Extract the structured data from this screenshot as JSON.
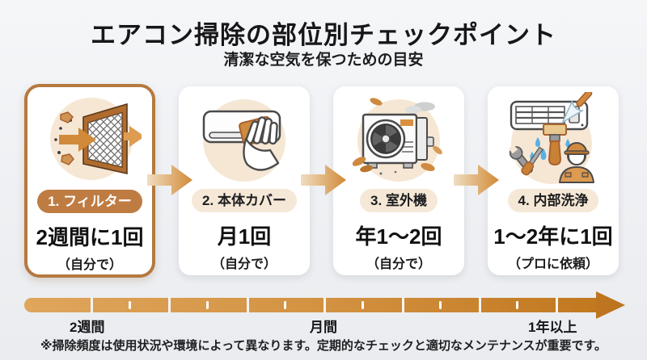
{
  "header": {
    "title": "エアコン掃除の部位別チェックポイント",
    "subtitle": "清潔な空気を保つための目安"
  },
  "cards": [
    {
      "badge": "1. フィルター",
      "frequency": "2週間に1回",
      "who": "（自分で）",
      "icon": "filter-airflow-icon",
      "highlighted": true
    },
    {
      "badge": "2. 本体カバー",
      "frequency": "月1回",
      "who": "（自分で）",
      "icon": "ac-unit-wipe-icon",
      "highlighted": false
    },
    {
      "badge": "3. 室外機",
      "frequency": "年1〜2回",
      "who": "（自分で）",
      "icon": "outdoor-unit-icon",
      "highlighted": false
    },
    {
      "badge": "4. 内部洗浄",
      "frequency": "1〜2年に1回",
      "who": "（プロに依頼）",
      "icon": "pro-cleaning-icon",
      "highlighted": false
    }
  ],
  "timeline": {
    "labels": [
      {
        "text": "2週間",
        "position": "left"
      },
      {
        "text": "月間",
        "position": "center"
      },
      {
        "text": "1年以上",
        "position": "right"
      }
    ],
    "segments": 8,
    "ticks": 6,
    "direction": "left-to-right-arrow"
  },
  "footer": {
    "note": "※掃除頻度は使用状況や環境によって異なります。定期的なチェックと適切なメンテナンスが重要です。"
  },
  "colors": {
    "card_border_highlight": "#b5793f",
    "badge_active_bg": "#bf7c42",
    "badge_bg": "#f6e8d7",
    "illustration_circle_bg": "#f6e7d5",
    "flow_arrow_start": "#f0ddc2",
    "flow_arrow_end": "#d18a36",
    "timeline_start": "#dfa65c",
    "timeline_end": "#c1781f",
    "water_drop": "#57b0e3",
    "background": "#f0f1f4",
    "text": "#17171a"
  }
}
